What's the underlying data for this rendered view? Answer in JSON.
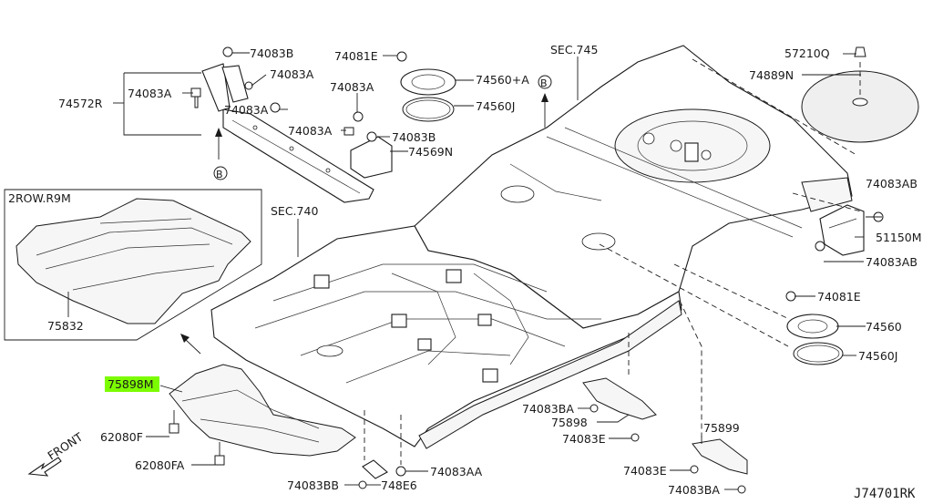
{
  "diagram": {
    "code": "J74701RK",
    "front_label": "FRONT",
    "inset_title": "2ROW.R9M",
    "sections": [
      {
        "id": "sec-745",
        "text": "SEC.745"
      },
      {
        "id": "sec-740",
        "text": "SEC.740"
      }
    ],
    "callouts": [
      {
        "id": "b-top",
        "text": "B"
      },
      {
        "id": "b-bottom",
        "text": "B"
      }
    ],
    "labels": [
      {
        "id": "p74083B",
        "text": "74083B"
      },
      {
        "id": "p74083A_1",
        "text": "74083A"
      },
      {
        "id": "p74572R",
        "text": "74572R"
      },
      {
        "id": "p74083A_2",
        "text": "74083A"
      },
      {
        "id": "p74081E_1",
        "text": "74081E"
      },
      {
        "id": "p74083A_3",
        "text": "74083A"
      },
      {
        "id": "p74083A_4",
        "text": "74083A"
      },
      {
        "id": "p74083A_5",
        "text": "74083A"
      },
      {
        "id": "p74560A",
        "text": "74560+A"
      },
      {
        "id": "p74560J_1",
        "text": "74560J"
      },
      {
        "id": "p74083B_2",
        "text": "74083B"
      },
      {
        "id": "p74569N",
        "text": "74569N"
      },
      {
        "id": "p57210Q",
        "text": "57210Q"
      },
      {
        "id": "p74889N",
        "text": "74889N"
      },
      {
        "id": "p74083AB_1",
        "text": "74083AB"
      },
      {
        "id": "p51150M",
        "text": "51150M"
      },
      {
        "id": "p74083AB_2",
        "text": "74083AB"
      },
      {
        "id": "p74081E_2",
        "text": "74081E"
      },
      {
        "id": "p74560",
        "text": "74560"
      },
      {
        "id": "p74560J_2",
        "text": "74560J"
      },
      {
        "id": "p75832",
        "text": "75832"
      },
      {
        "id": "p75898M",
        "text": "75898M",
        "highlight": true
      },
      {
        "id": "p62080F",
        "text": "62080F"
      },
      {
        "id": "p62080FA",
        "text": "62080FA"
      },
      {
        "id": "p74083BA_1",
        "text": "74083BA"
      },
      {
        "id": "p75898",
        "text": "75898"
      },
      {
        "id": "p74083E_1",
        "text": "74083E"
      },
      {
        "id": "p75899",
        "text": "75899"
      },
      {
        "id": "p74083E_2",
        "text": "74083E"
      },
      {
        "id": "p74083BA_2",
        "text": "74083BA"
      },
      {
        "id": "p74083BB",
        "text": "74083BB"
      },
      {
        "id": "p748E6",
        "text": "748E6"
      },
      {
        "id": "p74083AA",
        "text": "74083AA"
      }
    ],
    "colors": {
      "highlight": "#7CFC00",
      "line": "#1a1a1a",
      "background": "#ffffff"
    }
  }
}
